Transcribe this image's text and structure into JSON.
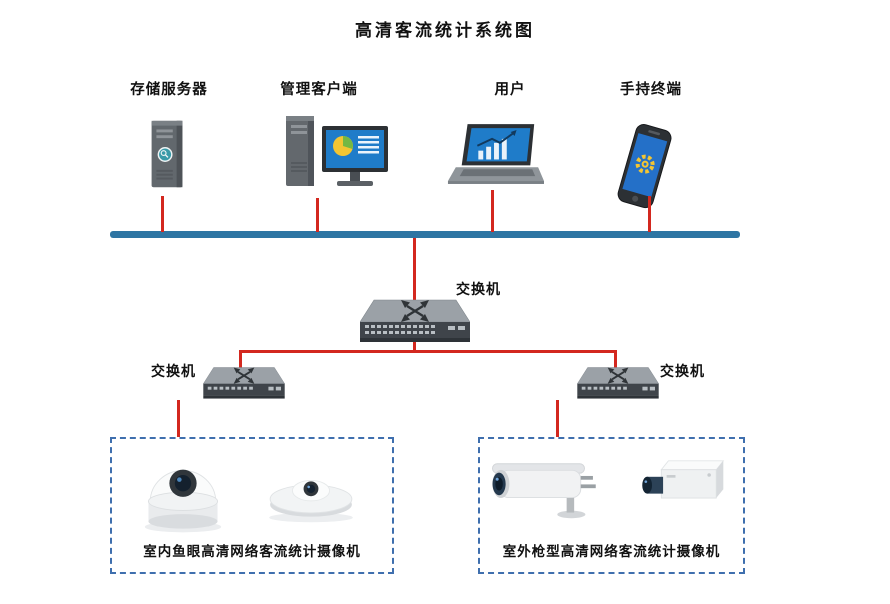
{
  "title": "高清客流统计系统图",
  "devices": [
    {
      "label": "存储服务器",
      "icon": "server-tower-icon"
    },
    {
      "label": "管理客户端",
      "icon": "desktop-computer-icon"
    },
    {
      "label": "用户",
      "icon": "laptop-icon"
    },
    {
      "label": "手持终端",
      "icon": "smartphone-icon"
    }
  ],
  "switches": {
    "main": {
      "label": "交换机"
    },
    "left": {
      "label": "交换机"
    },
    "right": {
      "label": "交换机"
    }
  },
  "camera_groups": [
    {
      "label": "室内鱼眼高清网络客流统计摄像机",
      "cameras": [
        "fisheye-dome-camera-icon",
        "fisheye-flat-camera-icon"
      ]
    },
    {
      "label": "室外枪型高清网络客流统计摄像机",
      "cameras": [
        "bullet-camera-icon",
        "box-camera-icon"
      ]
    }
  ],
  "colors": {
    "bus_line": "#2e75a3",
    "connection_line": "#d3281f",
    "dashed_border": "#3f6fae",
    "screen_blue": "#1f7cc9",
    "accent_yellow": "#f3c532",
    "accent_green": "#74b843"
  }
}
